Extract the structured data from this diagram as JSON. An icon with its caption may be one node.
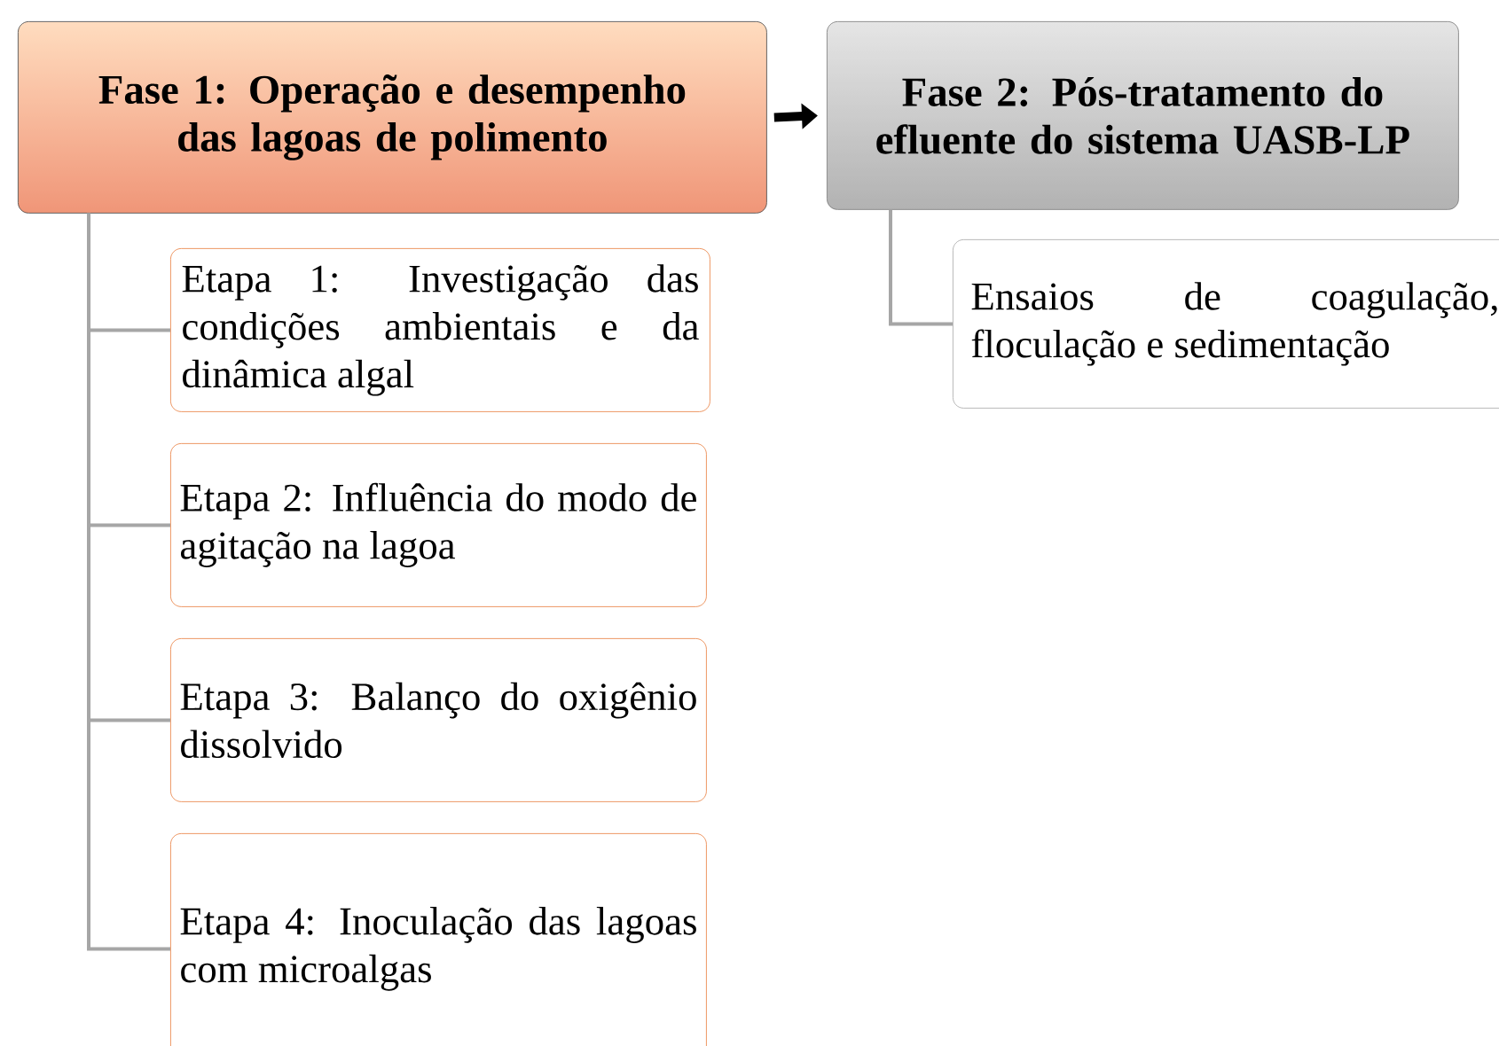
{
  "diagram": {
    "nodes": [
      {
        "text": [
          "Fase 1: Operação e desempenho das lagoas de polimento"
        ]
      },
      {
        "text": [
          "Etapa 1: Investigação das condições ambientais e da dinâmica algal"
        ]
      },
      {
        "text": [
          "Etapa 2: Influência do modo de agitação na lagoa"
        ]
      },
      {
        "text": [
          "Etapa 3: Balanço do oxigênio dissolvido"
        ]
      },
      {
        "text": [
          "Etapa 4: Inoculação das lagoas com microalgas"
        ]
      },
      {
        "text": [
          "Fase 2: Pós-tratamento do efluente do sistema UASB-LP"
        ]
      },
      {
        "text": [
          "Ensaios de coagulação, floculação e sedimentação"
        ]
      }
    ],
    "edges": [
      {
        "from": 0,
        "to": 1,
        "arrow": "none"
      },
      {
        "from": 0,
        "to": 2,
        "arrow": "none"
      },
      {
        "from": 0,
        "to": 3,
        "arrow": "none"
      },
      {
        "from": 0,
        "to": 4,
        "arrow": "none"
      },
      {
        "from": 0,
        "to": 5,
        "arrow": "to",
        "style": "thick",
        "color": "#000000"
      },
      {
        "from": 5,
        "to": 6,
        "arrow": "none"
      }
    ]
  }
}
